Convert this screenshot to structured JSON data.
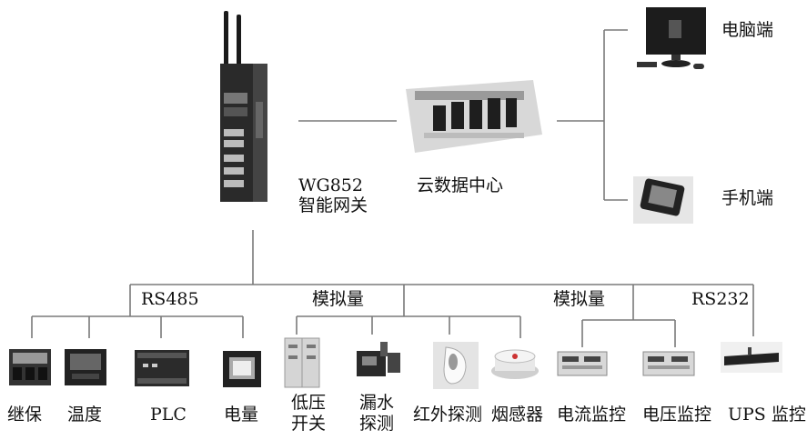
{
  "gateway": {
    "model": "WG852",
    "name": "智能网关"
  },
  "cloud": {
    "label": "云数据中心"
  },
  "clients": {
    "pc": "电脑端",
    "phone": "手机端"
  },
  "buses": {
    "rs485": "RS485",
    "analog1": "模拟量",
    "analog2": "模拟量",
    "rs232": "RS232"
  },
  "devices": [
    {
      "id": "relay",
      "label": "继保"
    },
    {
      "id": "temp",
      "label": "温度"
    },
    {
      "id": "plc",
      "label": "PLC"
    },
    {
      "id": "meter",
      "label": "电量"
    },
    {
      "id": "lv-switch",
      "label_line1": "低压",
      "label_line2": "开关"
    },
    {
      "id": "leak",
      "label_line1": "漏水",
      "label_line2": "探测"
    },
    {
      "id": "ir",
      "label": "红外探测"
    },
    {
      "id": "smoke",
      "label": "烟感器"
    },
    {
      "id": "current",
      "label": "电流监控"
    },
    {
      "id": "voltage",
      "label": "电压监控"
    },
    {
      "id": "ups",
      "label": "UPS 监控"
    }
  ],
  "colors": {
    "line": "#7a7a7a",
    "device_dark": "#2a2a2a",
    "device_gray": "#9a9a9a"
  }
}
